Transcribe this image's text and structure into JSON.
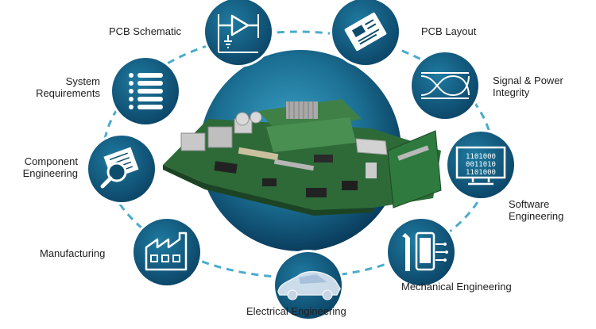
{
  "colors": {
    "ring": "#4aaccc",
    "node_dark": "#0d4c6d",
    "node_mid": "#1b6f93",
    "hub_light": "#2a8cb2",
    "hub_dark": "#0a3d5e",
    "icon": "#ffffff",
    "board_green": "#2f6b3a"
  },
  "center": {
    "image": "pcb-board-render"
  },
  "nodes": [
    {
      "id": "pcb-schematic",
      "icon": "circuit-schematic-icon",
      "label_lines": [
        "PCB Schematic"
      ]
    },
    {
      "id": "pcb-layout",
      "icon": "pcb-layout-icon",
      "label_lines": [
        "PCB Layout"
      ]
    },
    {
      "id": "signal-power-integrity",
      "icon": "eye-diagram-icon",
      "label_lines": [
        "Signal & Power",
        "Integrity"
      ]
    },
    {
      "id": "software-engineering",
      "icon": "binary-monitor-icon",
      "label_lines": [
        "Software",
        "Engineering"
      ]
    },
    {
      "id": "mechanical-engineering",
      "icon": "wrench-phone-icon",
      "label_lines": [
        "Mechanical Engineering"
      ]
    },
    {
      "id": "electrical-engineering",
      "icon": "car-icon",
      "label_lines": [
        "Electrical Engineering"
      ]
    },
    {
      "id": "manufacturing",
      "icon": "factory-icon",
      "label_lines": [
        "Manufacturing"
      ]
    },
    {
      "id": "component-engineering",
      "icon": "magnifier-chip-icon",
      "label_lines": [
        "Component",
        "Engineering"
      ]
    },
    {
      "id": "system-requirements",
      "icon": "list-icon",
      "label_lines": [
        "System",
        "Requirements"
      ]
    }
  ]
}
